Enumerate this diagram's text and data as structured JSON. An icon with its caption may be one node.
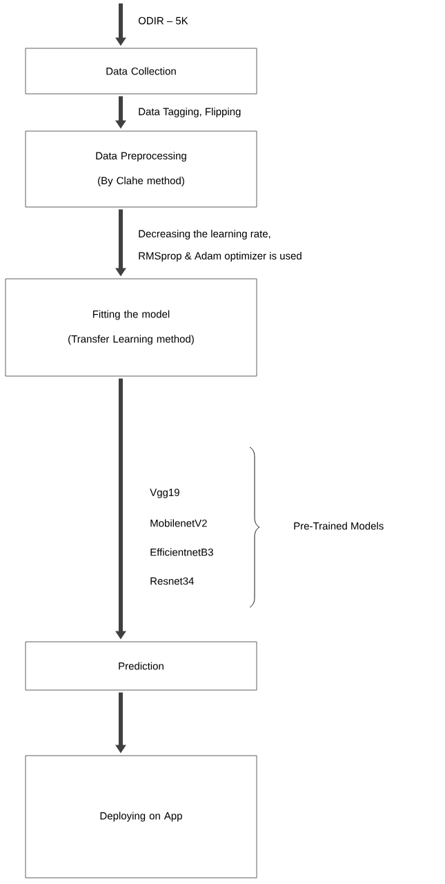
{
  "diagram": {
    "nodes": [
      {
        "text": [
          "Data Collection"
        ]
      },
      {
        "text": [
          "Data Preprocessing",
          "(By Clahe method)"
        ]
      },
      {
        "text": [
          "Fitting the model",
          "(Transfer Learning method)"
        ]
      },
      {
        "text": [
          "Prediction"
        ]
      },
      {
        "text": [
          "Deploying on App"
        ]
      }
    ],
    "edges": [
      {
        "from": null,
        "to": 0,
        "arrow": "to",
        "label": "ODIR – 5K"
      },
      {
        "from": 0,
        "to": 1,
        "arrow": "to",
        "label": "Data Tagging, Flipping"
      },
      {
        "from": 1,
        "to": 2,
        "arrow": "to",
        "label": "Decreasing the learning rate,"
      },
      {
        "from": 2,
        "to": 3,
        "arrow": "to"
      },
      {
        "from": 3,
        "to": 4,
        "arrow": "to"
      }
    ],
    "labels": [
      "RMSprop & Adam optimizer is used",
      "Vgg19",
      "MobilenetV2",
      "EfficientnetB3",
      "Resnet34",
      "Pre-Trained Models"
    ]
  }
}
